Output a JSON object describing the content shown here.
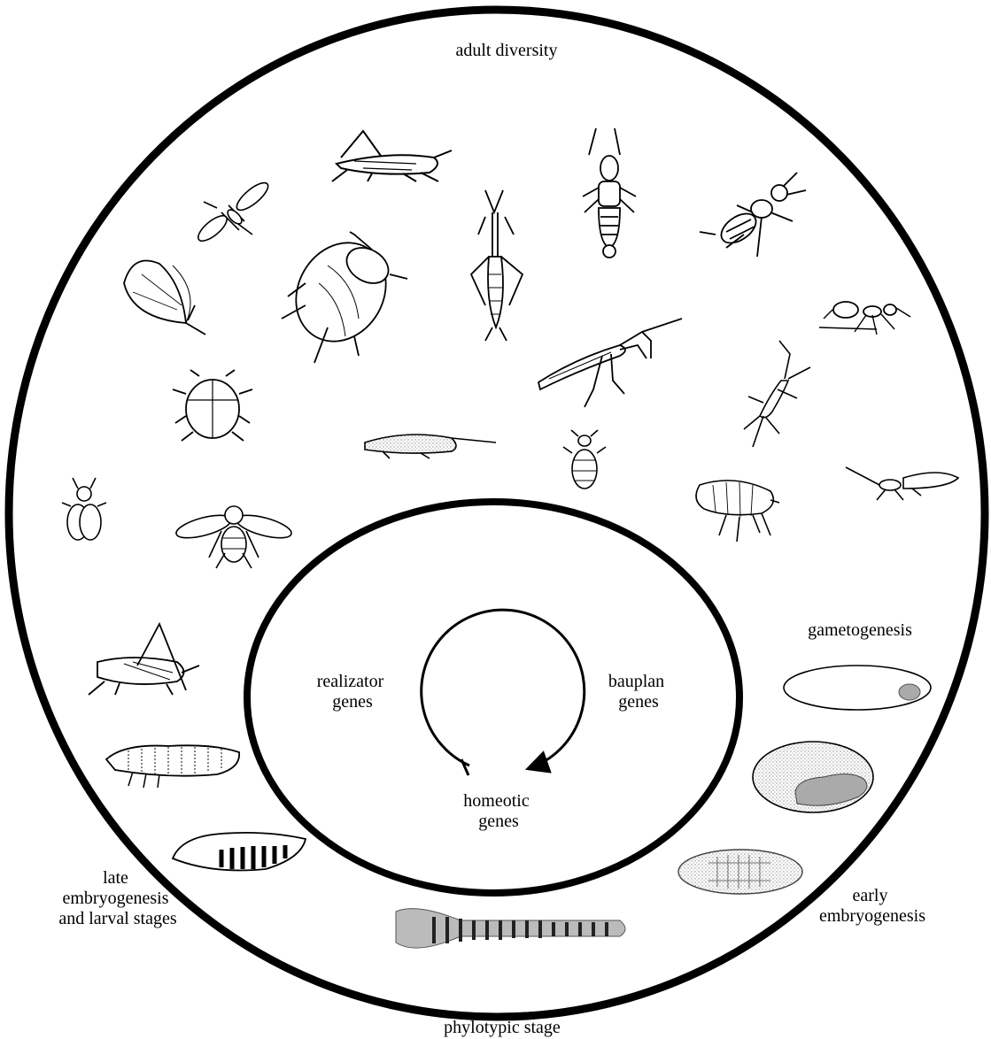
{
  "labels": {
    "adult_diversity": "adult diversity",
    "gametogenesis": "gametogenesis",
    "early_embryogenesis": [
      "early",
      "embryogenesis"
    ],
    "phylotypic_stage": "phylotypic stage",
    "late_embryogenesis": [
      "late",
      "embryogenesis",
      "and larval stages"
    ],
    "realizator_genes": [
      "realizator",
      "genes"
    ],
    "bauplan_genes": [
      "bauplan",
      "genes"
    ],
    "homeotic_genes": [
      "homeotic",
      "genes"
    ]
  },
  "adult_insects": [
    "grasshopper",
    "thrips",
    "earwig",
    "rove-beetle",
    "butterfly",
    "cockroach",
    "stick-insect",
    "ant",
    "praying-mantis",
    "silverfish",
    "ladybird-beetle",
    "moth",
    "louse",
    "aphid",
    "housefly",
    "flea",
    "wasp"
  ],
  "life_stages": [
    "ovary",
    "egg-with-germband",
    "segmented-embryo",
    "germband-phylotypic",
    "maggot-larva",
    "caterpillar-larva",
    "nymph-cricket"
  ],
  "colors": {
    "line": "#000000",
    "stipple": "#777777",
    "shade": "#9a9a9a"
  }
}
